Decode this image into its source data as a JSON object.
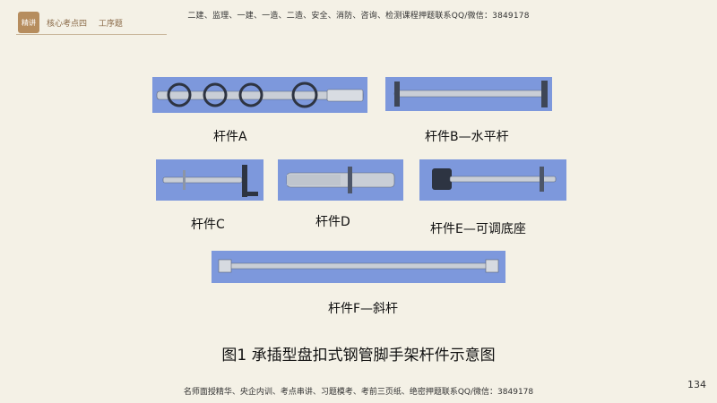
{
  "header": {
    "banner": "二建、监理、一建、一造、二造、安全、消防、咨询、检测课程押题联系QQ/微信：3849178",
    "badge": "精讲",
    "nav_item_1": "核心考点四",
    "nav_item_2": "工序题"
  },
  "figures": {
    "caption_a": "杆件A",
    "caption_b": "杆件B—水平杆",
    "caption_c": "杆件C",
    "caption_d": "杆件D",
    "caption_e": "杆件E—可调底座",
    "caption_f": "杆件F—斜杆",
    "title": "图1  承插型盘扣式钢管脚手架杆件示意图"
  },
  "footer": {
    "banner": "名师面授精华、央企内训、考点串讲、习题模考、考前三页纸、绝密押题联系QQ/微信：3849178",
    "page_number": "134"
  },
  "colors": {
    "background": "#f4f1e6",
    "photo_bg": "#7d98dc",
    "steel": "#c9ced6",
    "badge": "#b68d5e"
  }
}
